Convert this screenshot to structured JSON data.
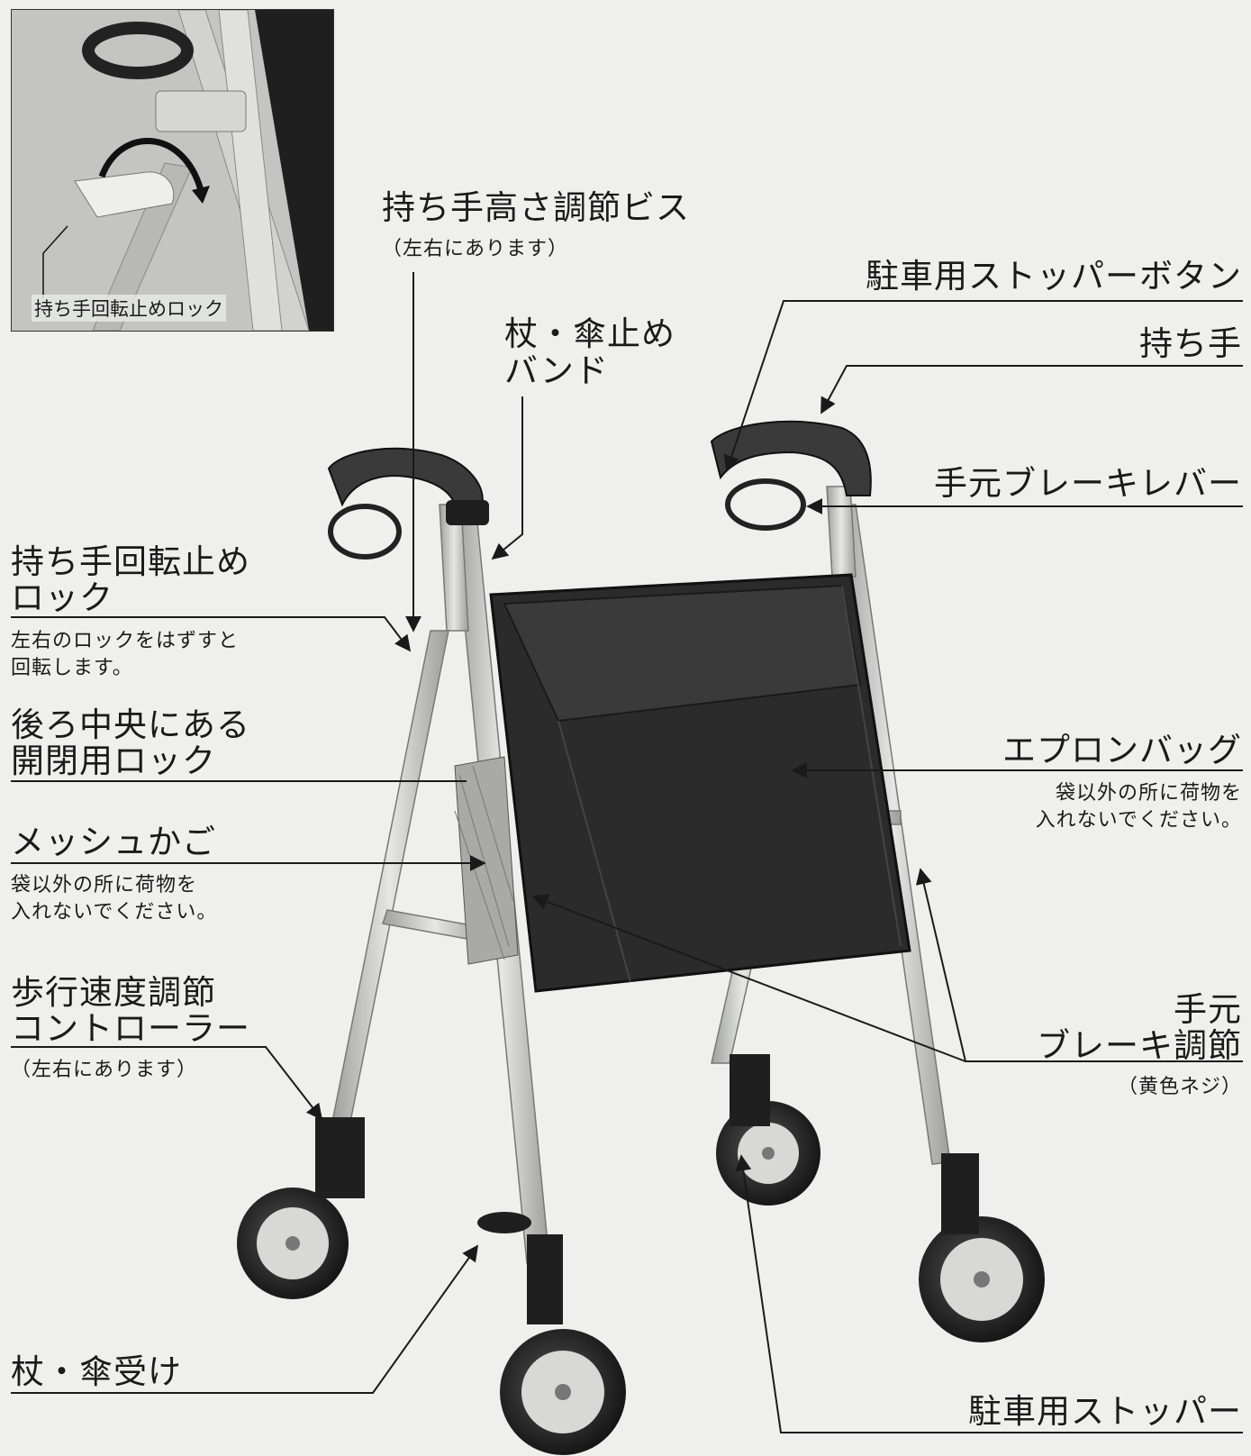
{
  "inset": {
    "caption": "持ち手回転止めロック"
  },
  "labels": {
    "handle_height_screw": "持ち手高さ調節ビス",
    "handle_height_screw_note": "（左右にあります）",
    "cane_band_line1": "杖・傘止め",
    "cane_band_line2": "バンド",
    "parking_button": "駐車用ストッパーボタン",
    "handle": "持ち手",
    "hand_brake_lever": "手元ブレーキレバー",
    "rotation_lock_line1": "持ち手回転止め",
    "rotation_lock_line2": "ロック",
    "rotation_lock_note_line1": "左右のロックをはずすと",
    "rotation_lock_note_line2": "回転します。",
    "rear_lock_line1": "後ろ中央にある",
    "rear_lock_line2": "開閉用ロック",
    "apron_bag": "エプロンバッグ",
    "apron_bag_note_line1": "袋以外の所に荷物を",
    "apron_bag_note_line2": "入れないでください。",
    "mesh_basket": "メッシュかご",
    "mesh_basket_note_line1": "袋以外の所に荷物を",
    "mesh_basket_note_line2": "入れないでください。",
    "speed_control_line1": "歩行速度調節",
    "speed_control_line2": "コントローラー",
    "speed_control_note": "（左右にあります）",
    "brake_adjust_line1": "手元",
    "brake_adjust_line2": "ブレーキ調節",
    "brake_adjust_note": "（黄色ネジ）",
    "cane_holder": "杖・傘受け",
    "parking_stopper": "駐車用ストッパー"
  },
  "colors": {
    "background": "#eff0ee",
    "frame": "#c8c9c7",
    "bag": "#2e2e2e",
    "grip": "#3a3a3a",
    "leader": "#1a1a1a"
  }
}
